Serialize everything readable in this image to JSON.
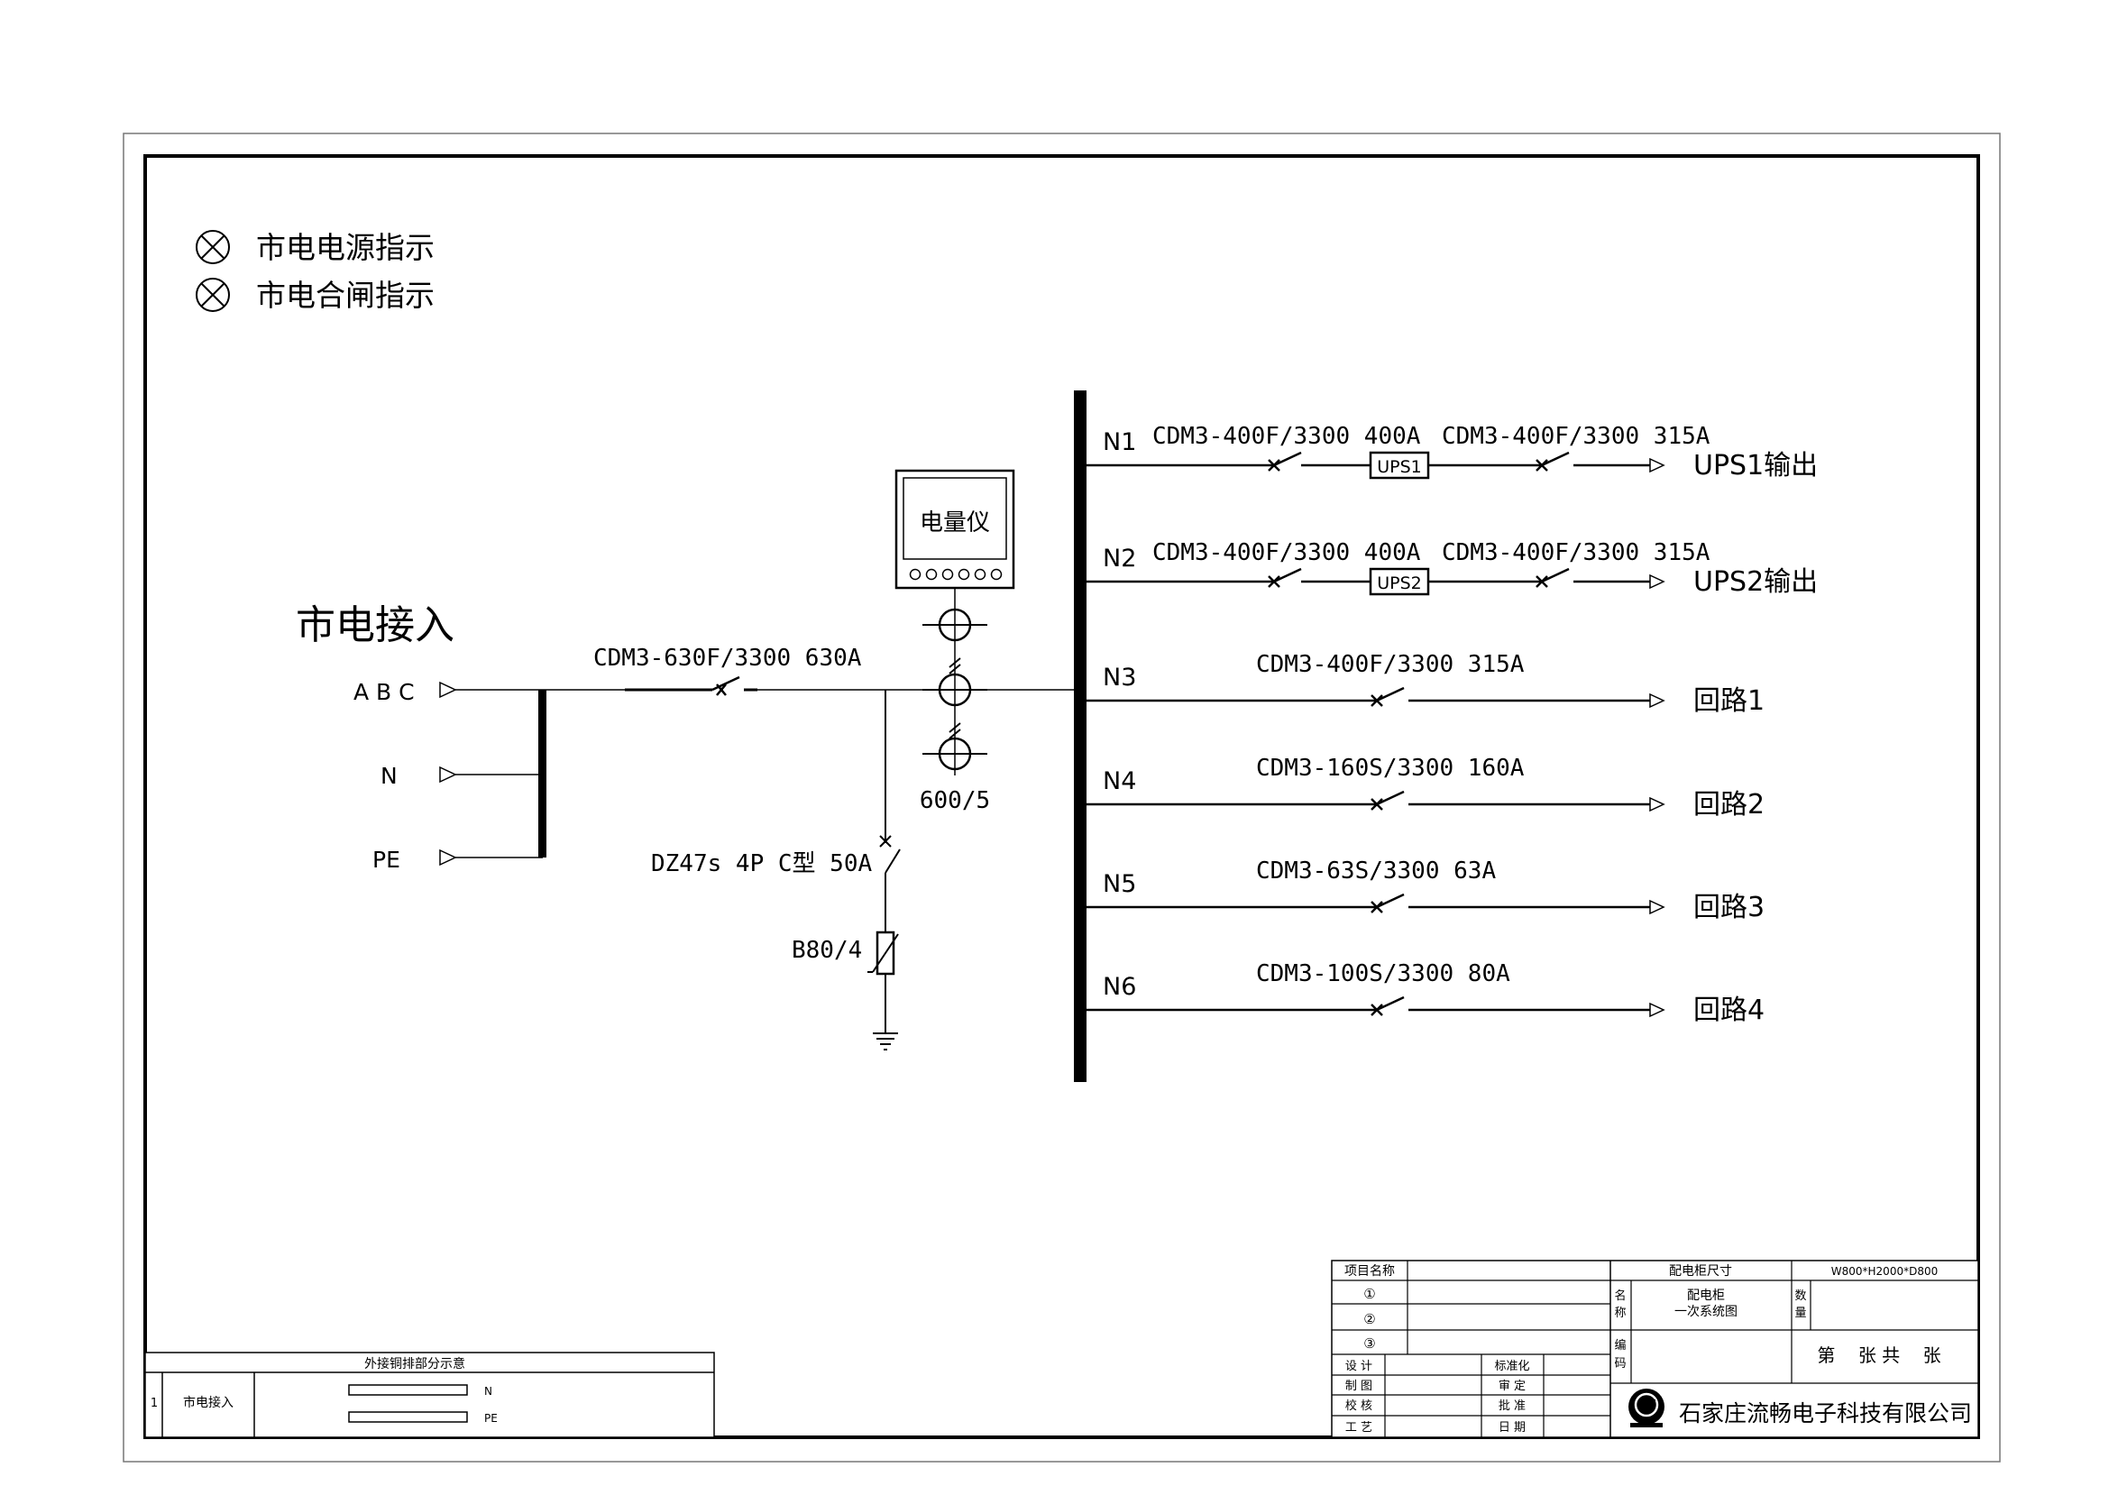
{
  "legend": [
    {
      "label": "市电电源指示",
      "icon": "indicator-lamp-icon"
    },
    {
      "label": "市电合闸指示",
      "icon": "indicator-lamp-icon"
    }
  ],
  "source": {
    "title": "市电接入",
    "phases": [
      "A B C",
      "N",
      "PE"
    ]
  },
  "main_breaker": {
    "label": "CDM3-630F/3300 630A"
  },
  "meter": {
    "label": "电量仪"
  },
  "ct": {
    "label": "600/5"
  },
  "surge_breaker": {
    "label": "DZ47s 4P C型 50A"
  },
  "surge_arrester": {
    "label": "B80/4"
  },
  "feeders": [
    {
      "id": "N1",
      "breaker1": "CDM3-400F/3300 400A",
      "ups": "UPS1",
      "breaker2": "CDM3-400F/3300 315A",
      "output": "UPS1输出"
    },
    {
      "id": "N2",
      "breaker1": "CDM3-400F/3300 400A",
      "ups": "UPS2",
      "breaker2": "CDM3-400F/3300 315A",
      "output": "UPS2输出"
    },
    {
      "id": "N3",
      "breaker1": "CDM3-400F/3300 315A",
      "output": "回路1"
    },
    {
      "id": "N4",
      "breaker1": "CDM3-160S/3300 160A",
      "output": "回路2"
    },
    {
      "id": "N5",
      "breaker1": "CDM3-63S/3300 63A",
      "output": "回路3"
    },
    {
      "id": "N6",
      "breaker1": "CDM3-100S/3300 80A",
      "output": "回路4"
    }
  ],
  "copper_table": {
    "header": "外接铜排部分示意",
    "row_no": "1",
    "row_name": "市电接入",
    "bars": [
      "N",
      "PE"
    ]
  },
  "title_block": {
    "project_label": "项目名称",
    "circles": [
      "①",
      "②",
      "③"
    ],
    "cabinet_size_label": "配电柜尺寸",
    "cabinet_size": "W800*H2000*D800",
    "name_label_1": "名",
    "name_label_2": "称",
    "name_value_1": "配电柜",
    "name_value_2": "一次系统图",
    "qty_label_1": "数",
    "qty_label_2": "量",
    "code_label_1": "编",
    "code_label_2": "码",
    "sheet_text": "第    张 共    张",
    "roles_left": [
      "设  计",
      "制  图",
      "校  核",
      "工  艺"
    ],
    "roles_right": [
      "标准化",
      "审  定",
      "批  准",
      "日  期"
    ],
    "company": "石家庄流畅电子科技有限公司"
  }
}
